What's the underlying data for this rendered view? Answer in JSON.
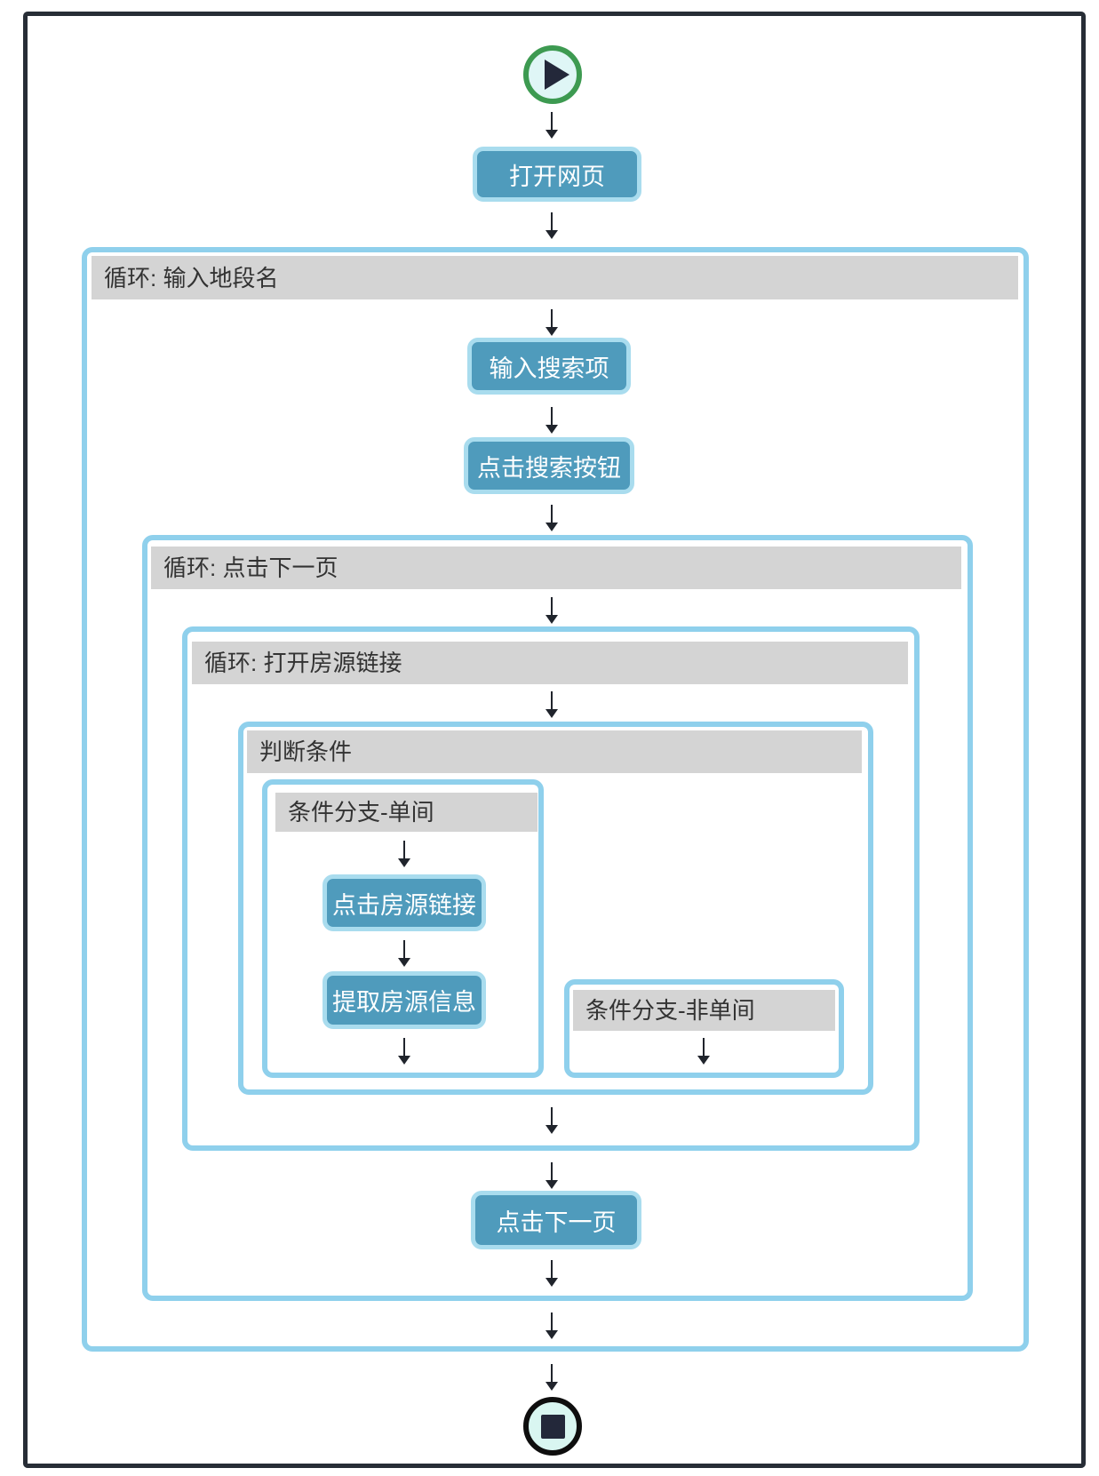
{
  "workflow": {
    "steps": {
      "open_webpage": "打开网页",
      "input_search_term": "输入搜索项",
      "click_search_button": "点击搜索按钮",
      "click_listing_link": "点击房源链接",
      "extract_listing_info": "提取房源信息",
      "click_next_page": "点击下一页"
    },
    "containers": {
      "loop_input_location": "循环: 输入地段名",
      "loop_click_next_page": "循环: 点击下一页",
      "loop_open_listing_link": "循环: 打开房源链接",
      "condition": "判断条件",
      "branch_single_room": "条件分支-单间",
      "branch_not_single_room": "条件分支-非单间"
    }
  },
  "colors": {
    "frame_border": "#272d36",
    "container_border": "#8fd0ec",
    "header_bg": "#d4d4d4",
    "header_text": "#333333",
    "step_bg": "#4f9bbc",
    "step_border": "#a9dcee",
    "step_text": "#ffffff",
    "start_ring": "#3d9a51",
    "stop_ring": "#0e0e0e",
    "node_fill": "#dff6f6",
    "arrow": "#20242c"
  }
}
